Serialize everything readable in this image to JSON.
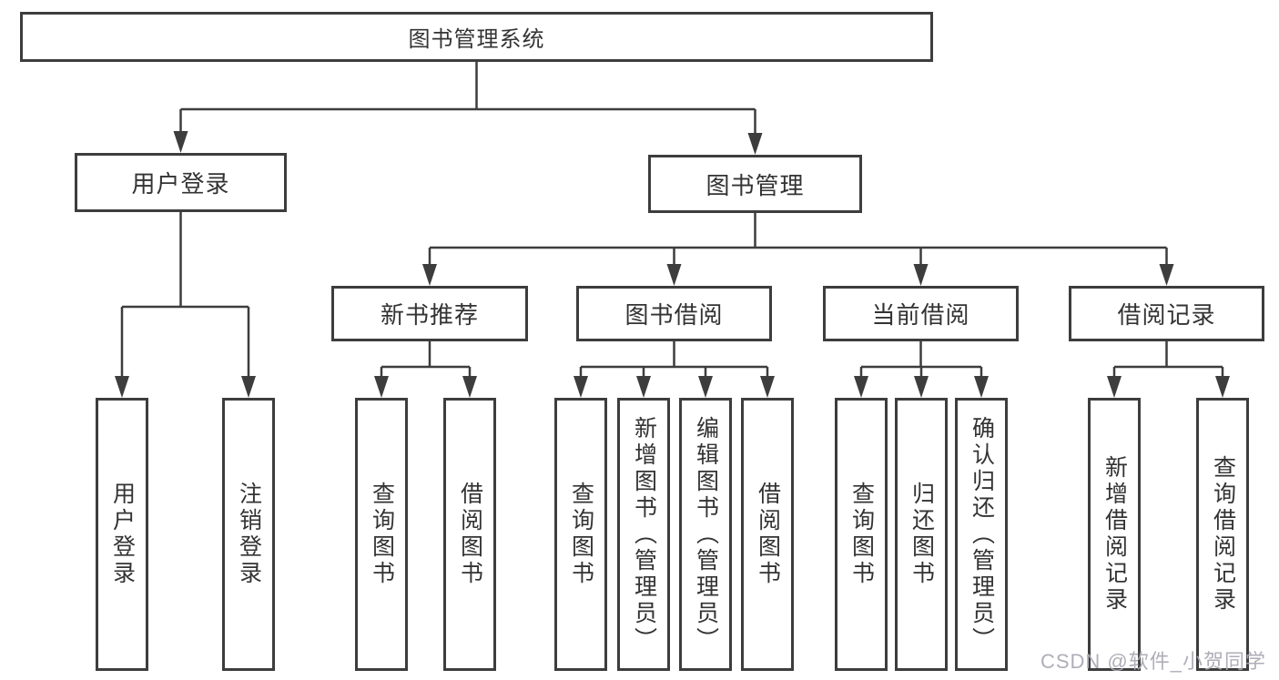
{
  "colors": {
    "line": "#3d3d3d",
    "border": "#3d3d3d",
    "text": "#333333",
    "watermark": "#abaab5",
    "bg": "#ffffff"
  },
  "diagram": {
    "root": {
      "label": "图书管理系统"
    },
    "branches": [
      {
        "label": "用户登录",
        "children": [
          "用户登录",
          "注销登录"
        ]
      },
      {
        "label": "图书管理"
      }
    ],
    "modules": [
      {
        "label": "新书推荐",
        "children": [
          "查询图书",
          "借阅图书"
        ]
      },
      {
        "label": "图书借阅",
        "children": [
          "查询图书",
          "新增图书（管理员）",
          "编辑图书（管理员）",
          "借阅图书"
        ]
      },
      {
        "label": "当前借阅",
        "children": [
          "查询图书",
          "归还图书",
          "确认归还（管理员）"
        ]
      },
      {
        "label": "借阅记录",
        "children": [
          "新增借阅记录",
          "查询借阅记录"
        ]
      }
    ]
  },
  "watermark": {
    "text": "CSDN @软件_小贺同学"
  }
}
